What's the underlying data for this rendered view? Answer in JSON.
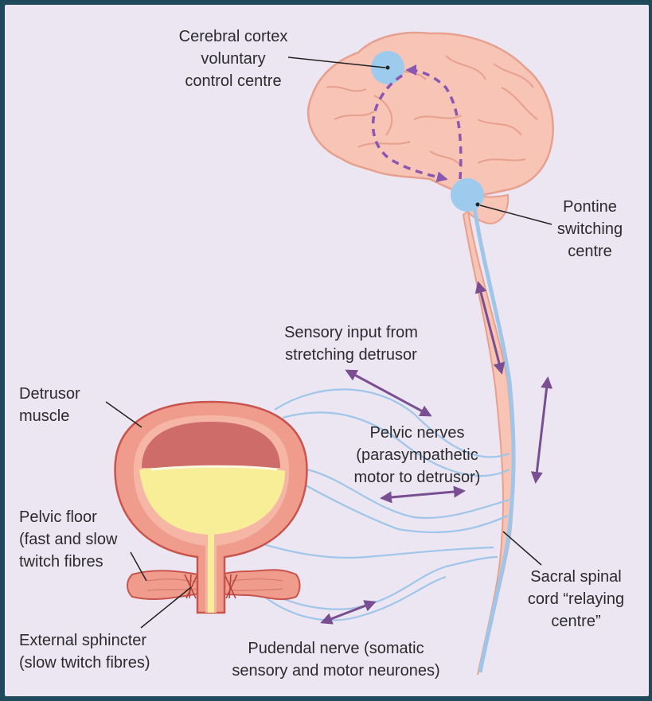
{
  "labels": {
    "cerebral_cortex": "Cerebral cortex\nvoluntary\ncontrol centre",
    "pontine": "Pontine\nswitching\ncentre",
    "sensory_input": "Sensory input from\nstretching detrusor",
    "detrusor_muscle": "Detrusor\nmuscle",
    "pelvic_nerves": "Pelvic nerves\n(parasympathetic\nmotor to detrusor)",
    "pelvic_floor": "Pelvic floor\n(fast and slow\ntwitch fibres",
    "sacral_cord": "Sacral spinal\ncord “relaying\ncentre”",
    "external_sphincter": "External sphincter\n(slow twitch fibres)",
    "pudendal_nerve": "Pudendal nerve (somatic\nsensory and motor neurones)"
  },
  "colors": {
    "page_border": "#1f4a5c",
    "background": "#ece6f3",
    "brain_fill": "#f7c4b6",
    "brain_stroke": "#e6a08d",
    "control_centre": "#9ccbee",
    "nerve": "#9fc6e8",
    "arrow": "#7a4f91",
    "bladder_wall": "#ef9c8c",
    "urine": "#f7ee97",
    "mucosa": "#cd6c68"
  }
}
